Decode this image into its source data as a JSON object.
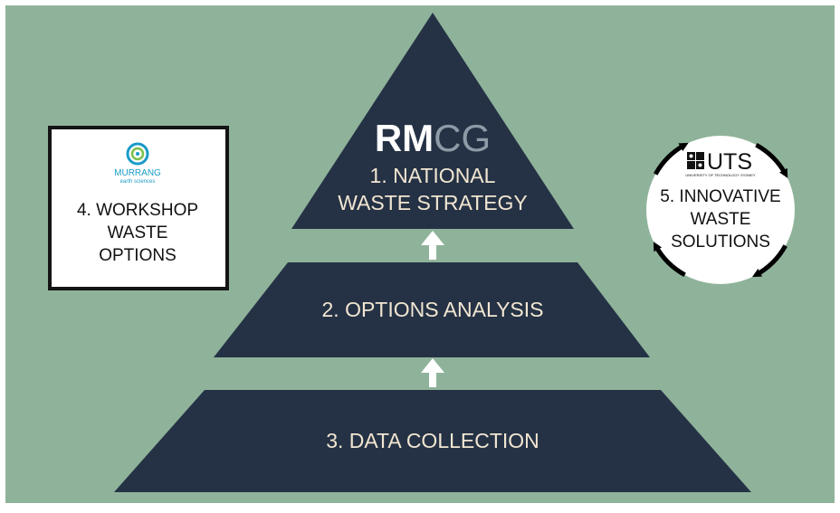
{
  "colors": {
    "background": "#8fb39a",
    "pyramid": "#253245",
    "pyramid_text": "#f2e6d2",
    "logo_light": "#ffffff",
    "logo_muted": "#8e9aa6",
    "box_border": "#141414",
    "murrang_blue": "#1a9bc8"
  },
  "pyramid": {
    "top": {
      "logo_bold": "RM",
      "logo_light": "CG",
      "line1": "1. NATIONAL",
      "line2": "WASTE STRATEGY"
    },
    "middle": {
      "label": "2. OPTIONS ANALYSIS"
    },
    "bottom": {
      "label": "3. DATA COLLECTION"
    },
    "arrow_icon": "up-arrow-icon"
  },
  "workshop_box": {
    "logo_name": "MURRANG",
    "logo_sub": "earth sciences",
    "line1": "4. WORKSHOP",
    "line2": "WASTE",
    "line3": "OPTIONS"
  },
  "innovation_circle": {
    "logo_text": "UTS",
    "logo_sub": "UNIVERSITY OF TECHNOLOGY SYDNEY",
    "line1": "5. INNOVATIVE",
    "line2": "WASTE",
    "line3": "SOLUTIONS",
    "cycle_icon": "cycle-arrows-icon"
  }
}
